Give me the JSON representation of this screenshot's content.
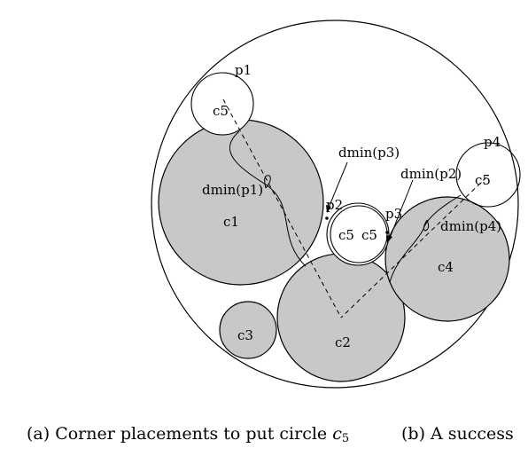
{
  "labels": {
    "p1": "p1",
    "p2": "p2",
    "p3": "p3",
    "p4": "p4",
    "c1": "c1",
    "c2": "c2",
    "c3": "c3",
    "c4": "c4",
    "c5_p1": "c5",
    "c5_p2": "c5",
    "c5_p3": "c5",
    "c5_p4": "c5",
    "dmin_p1": "dmin(p1)",
    "dmin_p2": "dmin(p2)",
    "dmin_p3": "dmin(p3)",
    "dmin_p4": "dmin(p4)"
  },
  "caption_a": {
    "text": "(a) Corner placements to put circle ",
    "symbol": "c",
    "subscript": "5"
  },
  "caption_b": {
    "text": "(b) A success"
  },
  "colors": {
    "filled_circle": "#c8c8c8",
    "stroke": "#000000",
    "background": "#ffffff"
  }
}
